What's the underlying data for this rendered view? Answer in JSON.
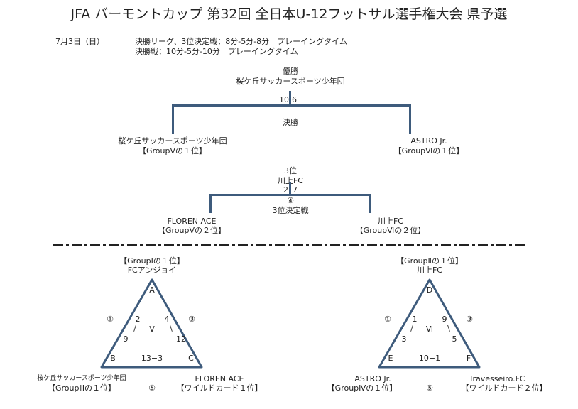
{
  "title": "JFA バーモントカップ 第32回 全日本U-12フットサル選手権大会 県予選",
  "schedule": {
    "date": "7月3日（日）",
    "line1": "決勝リーグ、3位決定戦：8分-5分-8分　プレーイングタイム",
    "line2": "決勝戦：10分-5分-10分　プレーイングタイム"
  },
  "final": {
    "winner_label": "優勝",
    "winner": "桜ケ丘サッカースポーツ少年団",
    "score_left": "10",
    "score_right": "6",
    "match_label": "決勝",
    "left_team": "桜ケ丘サッカースポーツ少年団",
    "left_seed": "【GroupⅤの１位】",
    "right_team": "ASTRO Jr.",
    "right_seed": "【GroupⅥの１位】"
  },
  "third": {
    "place_label": "3位",
    "winner": "川上FC",
    "score_left": "2",
    "score_right": "7",
    "match_no": "④",
    "match_label": "3位決定戦",
    "left_team": "FLOREN ACE",
    "left_seed": "【GroupⅤの２位】",
    "right_team": "川上FC",
    "right_seed": "【GroupⅥの２位】"
  },
  "groups": [
    {
      "name": "Ⅴ",
      "top_seed": "【GroupⅠの１位】",
      "top_team": "FCアンジョイ",
      "v_top": "A",
      "v_left": "B",
      "v_right": "C",
      "left_match": "①",
      "right_match": "③",
      "bottom_match": "⑤",
      "left_score_a": "2",
      "left_score_b": "9",
      "right_score_a": "4",
      "right_score_b": "12",
      "bottom_score": "13−3",
      "left_team": "桜ケ丘サッカースポーツ少年団",
      "left_seed": "【GroupⅢの１位】",
      "right_team": "FLOREN ACE",
      "right_seed": "【ワイルドカード１位】"
    },
    {
      "name": "Ⅵ",
      "top_seed": "【GroupⅡの１位】",
      "top_team": "川上FC",
      "v_top": "D",
      "v_left": "E",
      "v_right": "F",
      "left_match": "①",
      "right_match": "③",
      "bottom_match": "⑤",
      "left_score_a": "1",
      "left_score_b": "3",
      "right_score_a": "9",
      "right_score_b": "5",
      "bottom_score": "10−1",
      "left_team": "ASTRO Jr.",
      "left_seed": "【GroupⅣの１位】",
      "right_team": "Travesseiro.FC",
      "right_seed": "【ワイルドカード２位】"
    }
  ],
  "colors": {
    "bracket": "#3e5b7c",
    "text": "#222222"
  }
}
